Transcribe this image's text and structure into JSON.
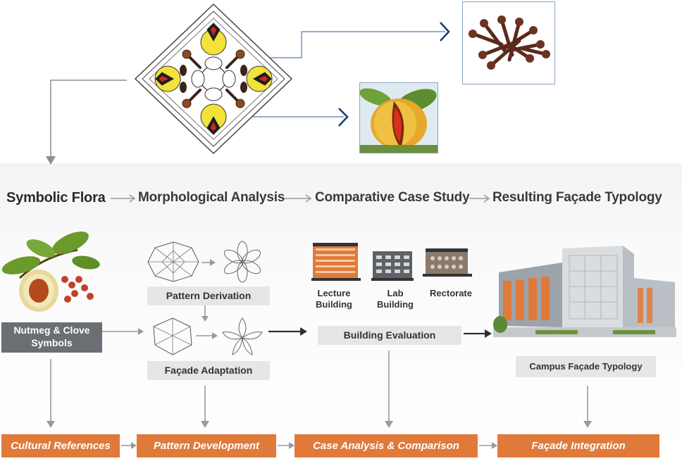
{
  "header": {
    "steps": [
      "Symbolic Flora",
      "Morphological Analysis",
      "Comparative Case Study",
      "Resulting Façade Typology"
    ]
  },
  "labels": {
    "nutmeg_clove": "Nutmeg & Clove Symbols",
    "pattern_derivation": "Pattern Derivation",
    "facade_adaptation": "Façade Adaptation",
    "building_evaluation": "Building Evaluation",
    "campus_typology": "Campus Façade Typology"
  },
  "buildings": {
    "lecture": "Lecture Building",
    "lab": "Lab Building",
    "rectorate": "Rectorate"
  },
  "outcomes": [
    "Cultural References",
    "Pattern Development",
    "Case Analysis & Comparison",
    "Façade Integration"
  ],
  "colors": {
    "orange": "#e07a3a",
    "arrow_grey": "#9a9a9a",
    "navy_arrow": "#1f3f7a",
    "emblem_yellow": "#f2e23a",
    "emblem_red": "#c9281f"
  }
}
